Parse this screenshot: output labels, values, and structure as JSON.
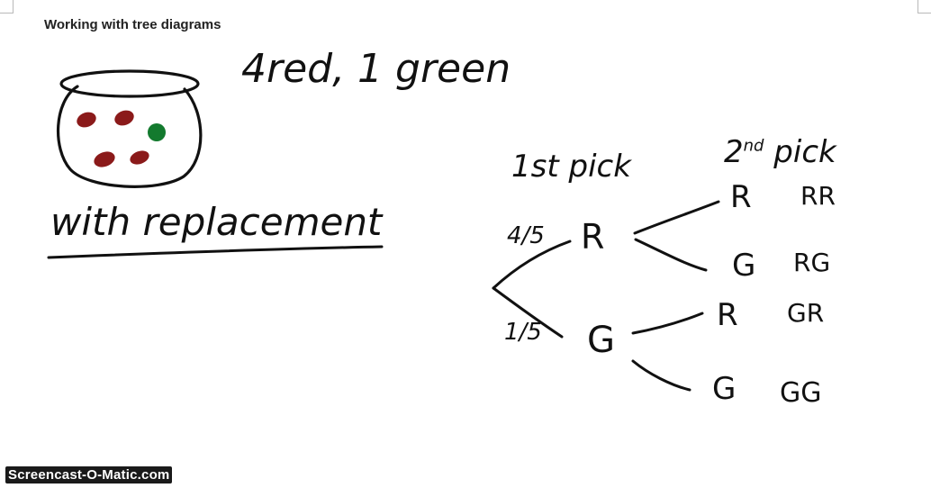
{
  "document": {
    "title": "Working with tree diagrams"
  },
  "annotations": {
    "counts": "4red, 1 green",
    "method": "with replacement"
  },
  "bowl": {
    "balls": [
      {
        "color": "red"
      },
      {
        "color": "red"
      },
      {
        "color": "green"
      },
      {
        "color": "red"
      },
      {
        "color": "red"
      }
    ]
  },
  "colors": {
    "ink": "#111111",
    "red_ball": "#8b1a1a",
    "green_ball": "#137a2e"
  },
  "tree": {
    "first_header": "1st pick",
    "second_header": "2",
    "second_header_sup": "nd",
    "second_header_rest": "pick",
    "first_level": [
      {
        "outcome": "R",
        "probability": "4/5"
      },
      {
        "outcome": "G",
        "probability": "1/5"
      }
    ],
    "second_level": [
      {
        "outcome": "R",
        "combined": "RR"
      },
      {
        "outcome": "G",
        "combined": "RG"
      },
      {
        "outcome": "R",
        "combined": "GR"
      },
      {
        "outcome": "G",
        "combined": "GG"
      }
    ]
  },
  "watermark": "Screencast-O-Matic.com"
}
